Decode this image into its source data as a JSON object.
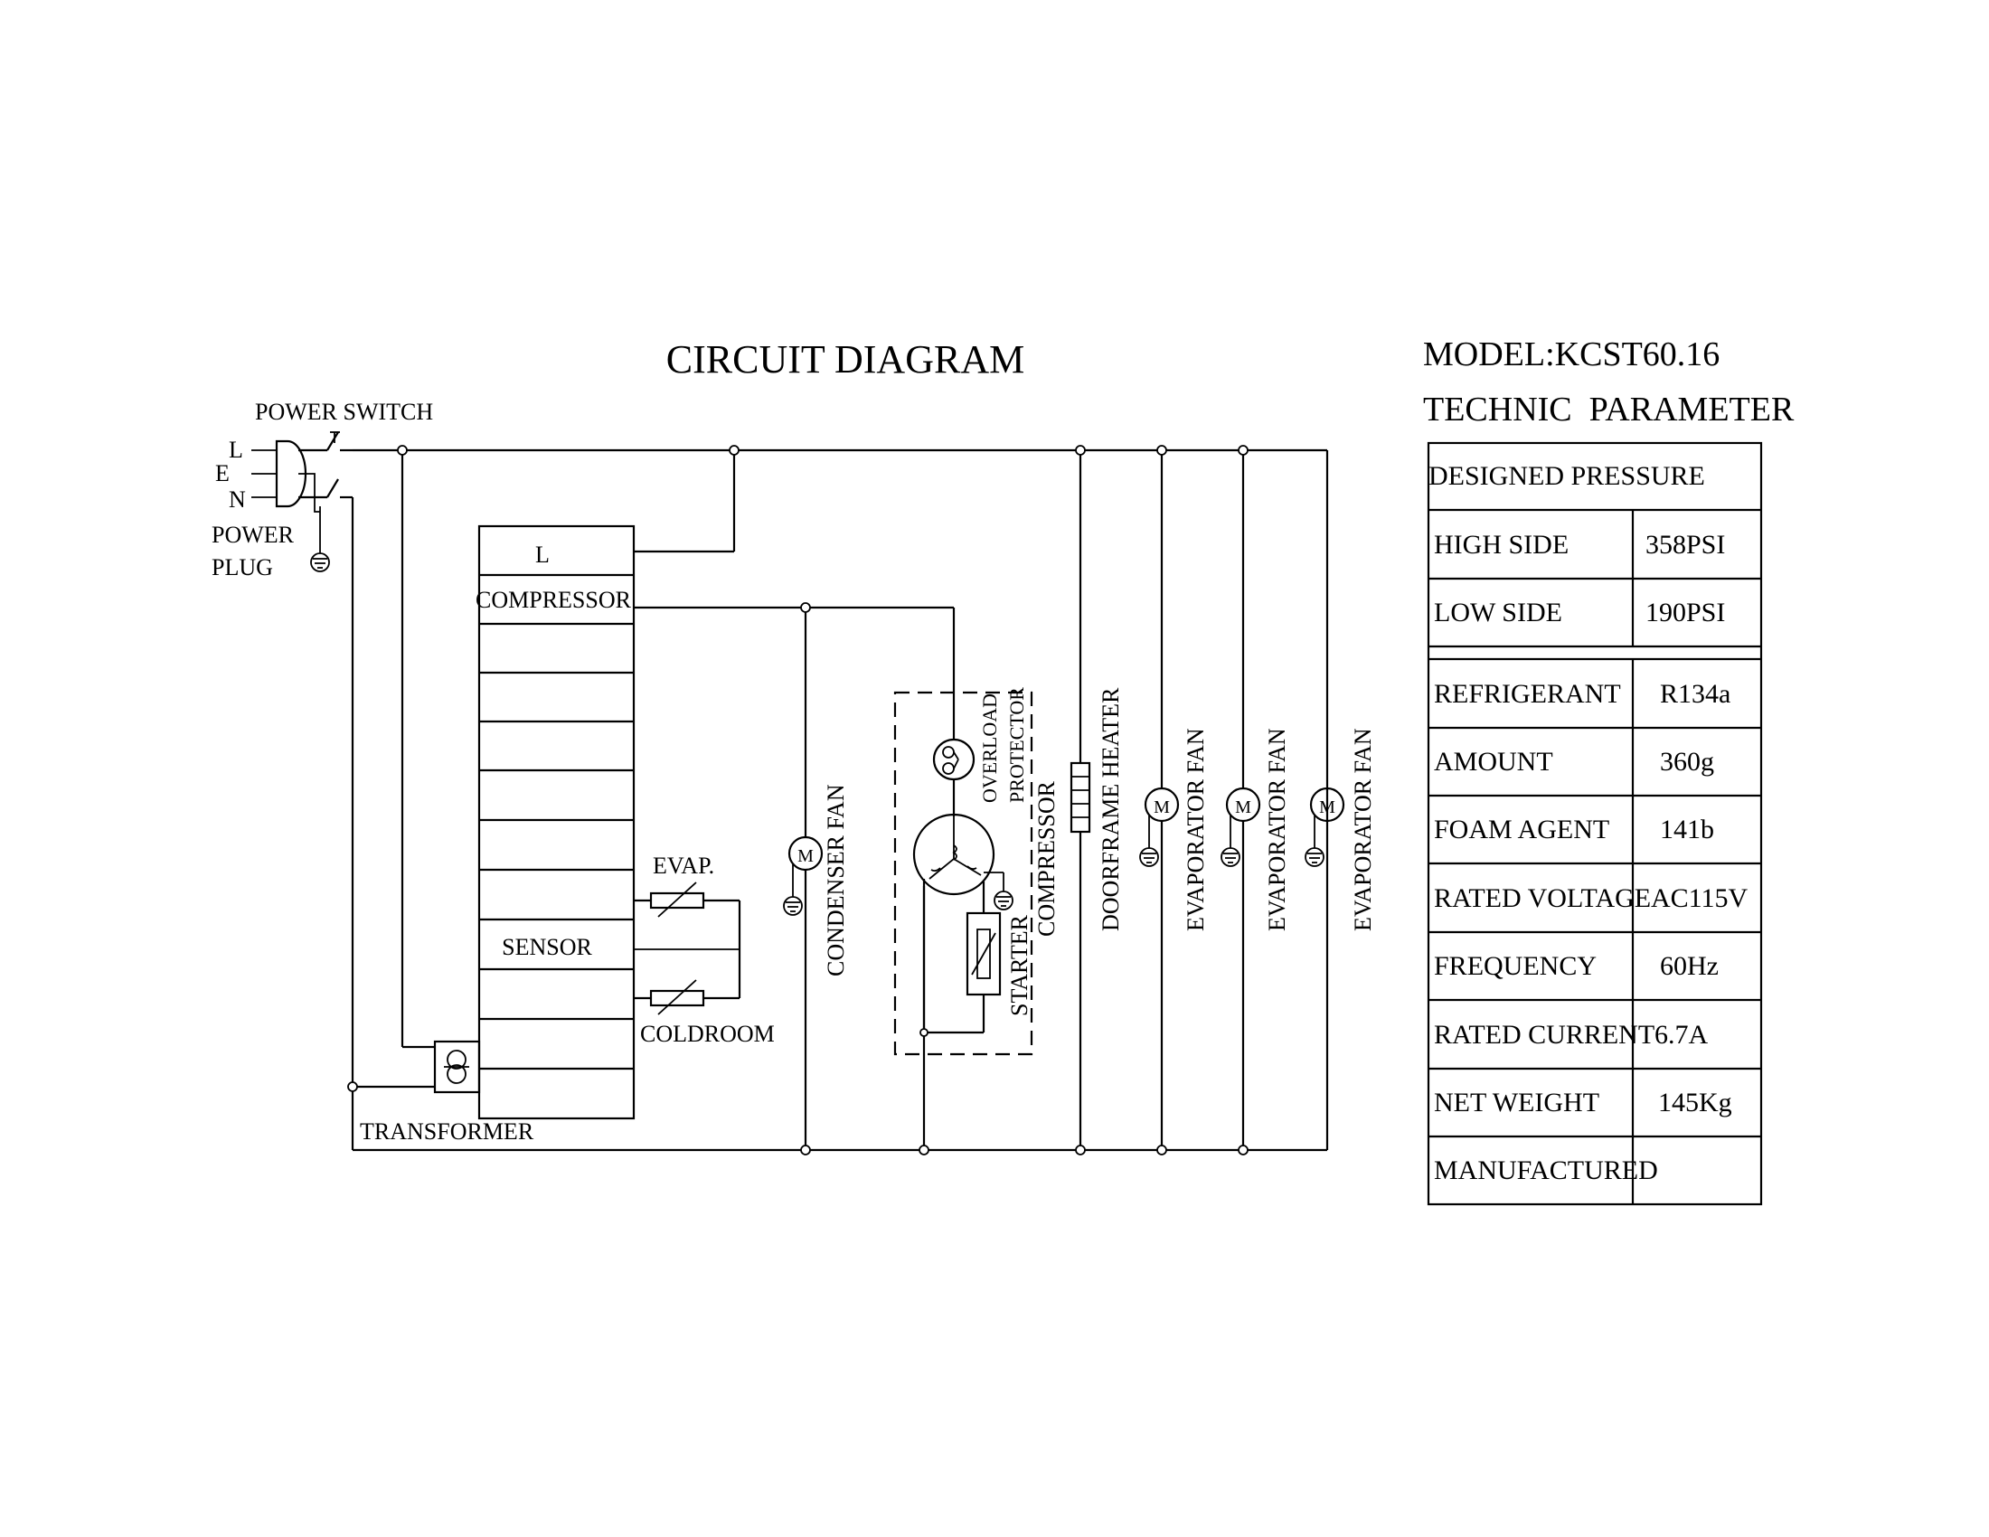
{
  "diagram": {
    "title": "CIRCUIT DIAGRAM",
    "labels": {
      "power_switch": "POWER SWITCH",
      "l": "L",
      "e": "E",
      "n": "N",
      "power_plug_line1": "POWER",
      "power_plug_line2": "PLUG",
      "controller_l": "L",
      "controller_compressor": "COMPRESSOR",
      "controller_sensor": "SENSOR",
      "evap": "EVAP.",
      "coldroom": "COLDROOM",
      "transformer": "TRANSFORMER",
      "condenser_fan": "CONDENSER FAN",
      "overload": "OVERLOAD",
      "protector": "PROTECTOR",
      "compressor": "COMPRESSOR",
      "starter": "STARTER",
      "doorframe_heater": "DOORFRAME HEATER",
      "evaporator_fan_1": "EVAPORATOR FAN",
      "evaporator_fan_2": "EVAPORATOR FAN",
      "evaporator_fan_3": "EVAPORATOR FAN",
      "motor": "M"
    }
  },
  "parameters": {
    "model": "MODEL:KCST60.16",
    "heading": "TECHNIC  PARAMETER",
    "designed_pressure": "DESIGNED PRESSURE",
    "rows_pressure": [
      {
        "label": "HIGH SIDE",
        "value": "358PSI"
      },
      {
        "label": "LOW SIDE",
        "value": "190PSI"
      }
    ],
    "rows": [
      {
        "label": "REFRIGERANT",
        "value": "R134a"
      },
      {
        "label": "AMOUNT",
        "value": "360g"
      },
      {
        "label": "FOAM AGENT",
        "value": "141b"
      },
      {
        "label": "RATED VOLTAGE",
        "value": "AC115V"
      },
      {
        "label": "FREQUENCY",
        "value": "60Hz"
      },
      {
        "label": "RATED CURRENT",
        "value": "6.7A"
      },
      {
        "label": "NET WEIGHT",
        "value": "145Kg"
      },
      {
        "label": "MANUFACTURED",
        "value": ""
      }
    ]
  }
}
